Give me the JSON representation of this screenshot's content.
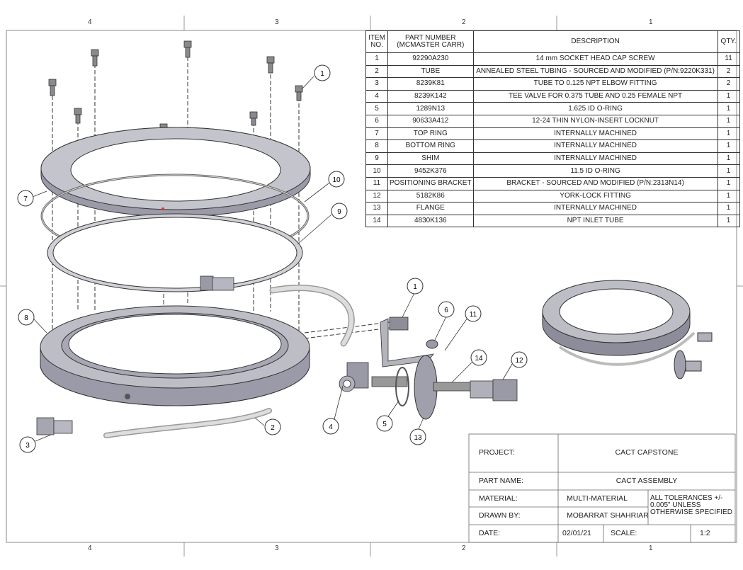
{
  "zones": {
    "top": [
      "4",
      "3",
      "2",
      "1"
    ],
    "bottom": [
      "4",
      "3",
      "2",
      "1"
    ]
  },
  "bom": {
    "headers": {
      "item": [
        "ITEM",
        "NO."
      ],
      "part_number": [
        "PART NUMBER",
        "(MCMASTER CARR)"
      ],
      "description": "DESCRIPTION",
      "qty": "QTY."
    },
    "rows": [
      {
        "item": "1",
        "part": "92290A230",
        "desc": "14 mm SOCKET HEAD CAP SCREW",
        "qty": "11"
      },
      {
        "item": "2",
        "part": "TUBE",
        "desc": "ANNEALED STEEL TUBING - SOURCED AND MODIFIED (P/N:9220K331)",
        "qty": "2"
      },
      {
        "item": "3",
        "part": "8239K81",
        "desc": "TUBE TO 0.125 NPT ELBOW FITTING",
        "qty": "2"
      },
      {
        "item": "4",
        "part": "8239K142",
        "desc": "TEE VALVE FOR 0.375 TUBE AND 0.25 FEMALE NPT",
        "qty": "1"
      },
      {
        "item": "5",
        "part": "1289N13",
        "desc": "1.625 ID O-RING",
        "qty": "1"
      },
      {
        "item": "6",
        "part": "90633A412",
        "desc": "12-24 THIN NYLON-INSERT LOCKNUT",
        "qty": "1"
      },
      {
        "item": "7",
        "part": "TOP RING",
        "desc": "INTERNALLY MACHINED",
        "qty": "1"
      },
      {
        "item": "8",
        "part": "BOTTOM RING",
        "desc": "INTERNALLY MACHINED",
        "qty": "1"
      },
      {
        "item": "9",
        "part": "SHIM",
        "desc": "INTERNALLY MACHINED",
        "qty": "1"
      },
      {
        "item": "10",
        "part": "9452K376",
        "desc": "11.5 ID O-RING",
        "qty": "1"
      },
      {
        "item": "11",
        "part": "POSITIONING BRACKET",
        "desc": "BRACKET - SOURCED AND MODIFIED (P/N:2313N14)",
        "qty": "1"
      },
      {
        "item": "12",
        "part": "5182K86",
        "desc": "YORK-LOCK FITTING",
        "qty": "1"
      },
      {
        "item": "13",
        "part": "FLANGE",
        "desc": "INTERNALLY MACHINED",
        "qty": "1"
      },
      {
        "item": "14",
        "part": "4830K136",
        "desc": "NPT INLET TUBE",
        "qty": "1"
      }
    ]
  },
  "balloons": [
    "1",
    "7",
    "10",
    "9",
    "8",
    "3",
    "2",
    "1",
    "6",
    "11",
    "14",
    "12",
    "4",
    "5",
    "13"
  ],
  "title_block": {
    "project_label": "PROJECT:",
    "project": "CACT CAPSTONE",
    "part_name_label": "PART NAME:",
    "part_name": "CACT ASSEMBLY",
    "material_label": "MATERIAL:",
    "material": "MULTI-MATERIAL",
    "tolerance": [
      "ALL TOLERANCES +/-",
      "0.005\" UNLESS",
      "OTHERWISE SPECIFIED"
    ],
    "drawn_by_label": "DRAWN BY:",
    "drawn_by": "MOBARRAT SHAHRIAR",
    "date_label": "DATE:",
    "date": "02/01/21",
    "scale_label": "SCALE:",
    "scale": "1:2"
  }
}
